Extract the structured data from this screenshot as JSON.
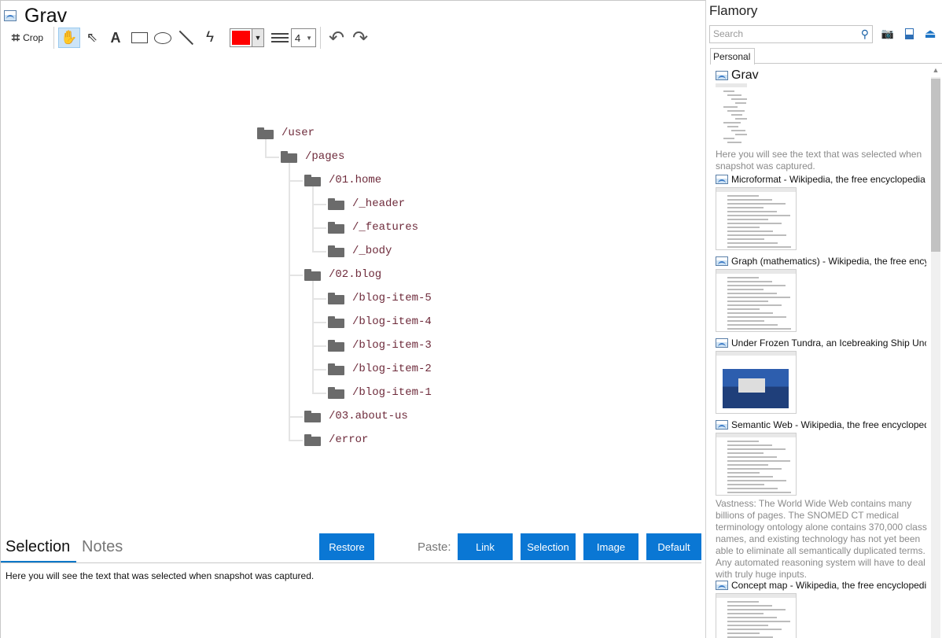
{
  "snapshot": {
    "title": "Grav"
  },
  "toolbar": {
    "crop_label": "Crop",
    "text_tool": "A",
    "line_width": "4",
    "stroke_color": "#ff0000"
  },
  "tree": [
    {
      "label": "/user",
      "depth": 0
    },
    {
      "label": "/pages",
      "depth": 1
    },
    {
      "label": "/01.home",
      "depth": 2
    },
    {
      "label": "/_header",
      "depth": 3
    },
    {
      "label": "/_features",
      "depth": 3
    },
    {
      "label": "/_body",
      "depth": 3
    },
    {
      "label": "/02.blog",
      "depth": 2
    },
    {
      "label": "/blog-item-5",
      "depth": 3
    },
    {
      "label": "/blog-item-4",
      "depth": 3
    },
    {
      "label": "/blog-item-3",
      "depth": 3
    },
    {
      "label": "/blog-item-2",
      "depth": 3
    },
    {
      "label": "/blog-item-1",
      "depth": 3
    },
    {
      "label": "/03.about-us",
      "depth": 2
    },
    {
      "label": "/error",
      "depth": 2
    }
  ],
  "bottom": {
    "tab_selection": "Selection",
    "tab_notes": "Notes",
    "restore": "Restore",
    "paste_label": "Paste:",
    "paste_link": "Link",
    "paste_selection": "Selection",
    "paste_image": "Image",
    "paste_default": "Default",
    "selected_text": "Here you will see the text that was selected when snapshot was captured."
  },
  "sidebar": {
    "app_name": "Flamory",
    "search_placeholder": "Search",
    "tab_personal": "Personal",
    "items": [
      {
        "title": "Grav",
        "desc": "Here you will see the text that was selected when snapshot was captured."
      },
      {
        "title": "Microformat - Wikipedia, the free encyclopedia",
        "desc": ""
      },
      {
        "title": "Graph (mathematics) - Wikipedia, the free encyclopedia",
        "desc": ""
      },
      {
        "title": "Under Frozen Tundra, an Icebreaking Ship Uncovers",
        "desc": ""
      },
      {
        "title": "Semantic Web - Wikipedia, the free encyclopedia",
        "desc": "Vastness: The World Wide Web contains many billions of pages. The SNOMED CT medical terminology ontology alone contains 370,000 class names, and existing technology has not yet been able to eliminate all semantically duplicated terms. Any automated reasoning system will have to deal with truly huge inputs."
      },
      {
        "title": "Concept map - Wikipedia, the free encyclopedia",
        "desc": ""
      }
    ]
  }
}
